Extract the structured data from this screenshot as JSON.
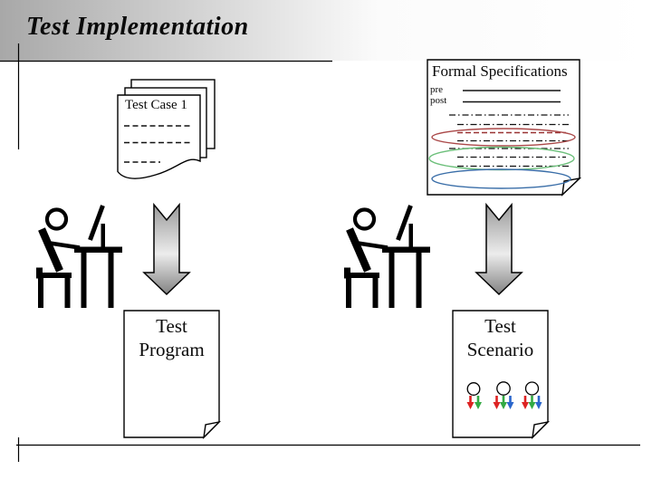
{
  "slide": {
    "title": "Test Implementation",
    "test_case_doc": {
      "label": "Test Case 1"
    },
    "formal_spec_doc": {
      "title": "Formal Specifications",
      "pre_label": "pre",
      "post_label": "post",
      "highlight_line_color": "#993333",
      "ellipse_colors": {
        "red": "#aa4848",
        "green": "#6cbf7a",
        "blue": "#3a6ea8"
      }
    },
    "left_output_doc": {
      "line1": "Test",
      "line2": "Program"
    },
    "right_output_doc": {
      "line1": "Test",
      "line2": "Scenario"
    },
    "scenario_icon_colors": {
      "red": "#dd2222",
      "green": "#33aa44",
      "blue": "#2a66cc"
    }
  }
}
